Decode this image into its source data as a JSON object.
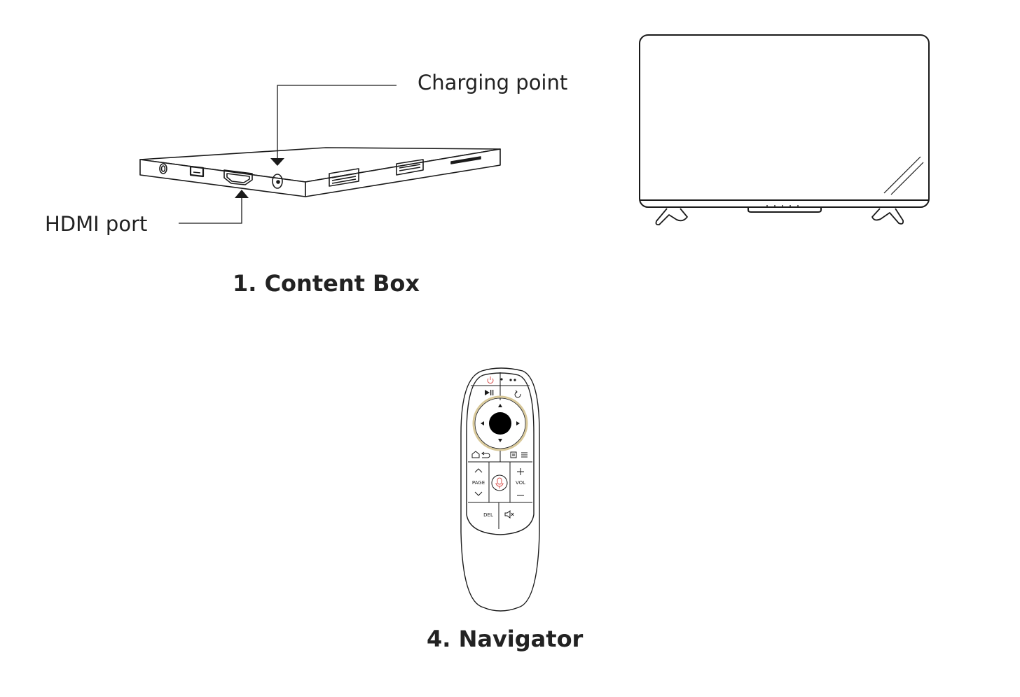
{
  "content_box": {
    "caption": "1. Content Box",
    "callouts": {
      "charging_point": "Charging point",
      "hdmi_port": "HDMI port"
    }
  },
  "navigator": {
    "caption": "4. Navigator",
    "buttons": {
      "page_label": "PAGE",
      "vol_label": "VOL",
      "del_label": "DEL"
    },
    "icons": [
      "power-icon",
      "dots-icon",
      "play-pause-icon",
      "refresh-icon",
      "home-icon",
      "back-icon",
      "settings-icon",
      "menu-icon",
      "mic-icon",
      "mute-icon"
    ]
  },
  "colors": {
    "line": "#1a1a1a",
    "dpad_ring": "#d9c99a",
    "power_red": "#d9534f"
  }
}
